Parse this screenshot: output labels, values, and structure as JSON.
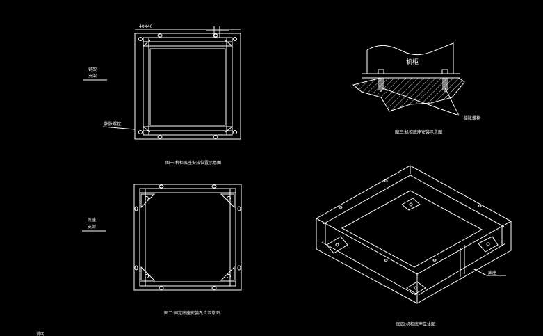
{
  "drawing": {
    "background": "#000000",
    "line_color": "#ffffff",
    "fig1": {
      "left_label_line1": "钢架",
      "left_label_line2": "支架",
      "top_dim_label": "40X40",
      "side_label": "膨胀螺栓",
      "caption": "图一:机柜底座安装位置示意图"
    },
    "fig2": {
      "left_label_line1": "底座",
      "left_label_line2": "支架",
      "caption": "图二:固定底座安装孔位示意图"
    },
    "fig3": {
      "cabinet_label": "机柜",
      "bolt_label": "膨胀螺栓",
      "caption": "图三:机柜底座安装示意图"
    },
    "fig4": {
      "pointer_label": "底座",
      "caption": "图四:机柜底座立体图"
    },
    "corner_note": "说明"
  }
}
